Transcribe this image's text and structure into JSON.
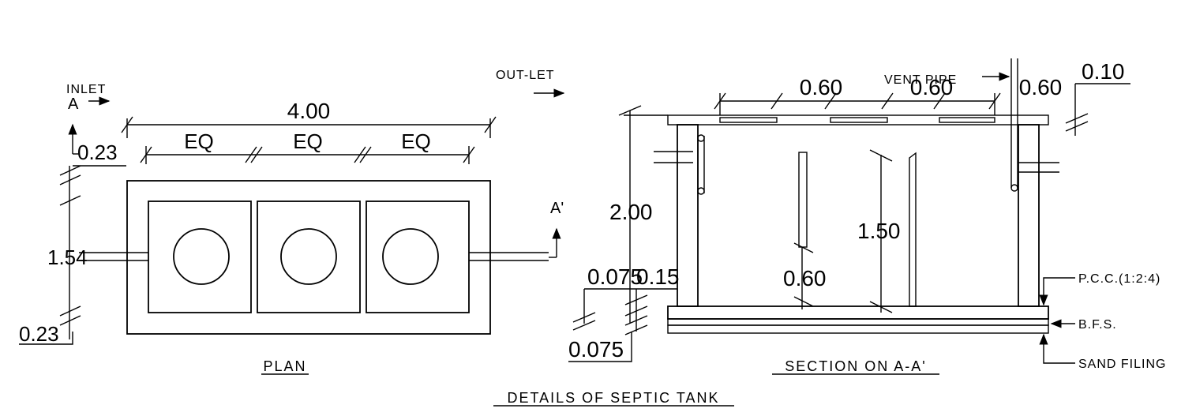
{
  "title": "DETAILS OF SEPTIC TANK",
  "plan": {
    "caption": "PLAN",
    "inlet_label": "INLET",
    "inlet_marker": "A",
    "outlet_label": "OUT-LET",
    "outlet_marker": "A'",
    "dims": {
      "overall_length": "4.00",
      "chamber_1": "EQ",
      "chamber_2": "EQ",
      "chamber_3": "EQ",
      "wall_top": "0.23",
      "inner_width": "1.54",
      "wall_bottom": "0.23"
    }
  },
  "section": {
    "caption": "SECTION ON A-A'",
    "vent_label": "VENT PIPE",
    "dims": {
      "baffle_gap_1": "0.60",
      "baffle_gap_2": "0.60",
      "baffle_gap_3": "0.60",
      "slab": "0.10",
      "height": "2.00",
      "baffle_height": "1.50",
      "baffle_clear": "0.60",
      "wall_a": "0.075",
      "wall_b": "0.15",
      "base": "0.075"
    },
    "layers": {
      "pcc": "P.C.C.(1:2:4)",
      "bfs": "B.F.S.",
      "sand": "SAND FILING"
    }
  },
  "colors": {
    "line": "#000000",
    "background": "#ffffff"
  }
}
